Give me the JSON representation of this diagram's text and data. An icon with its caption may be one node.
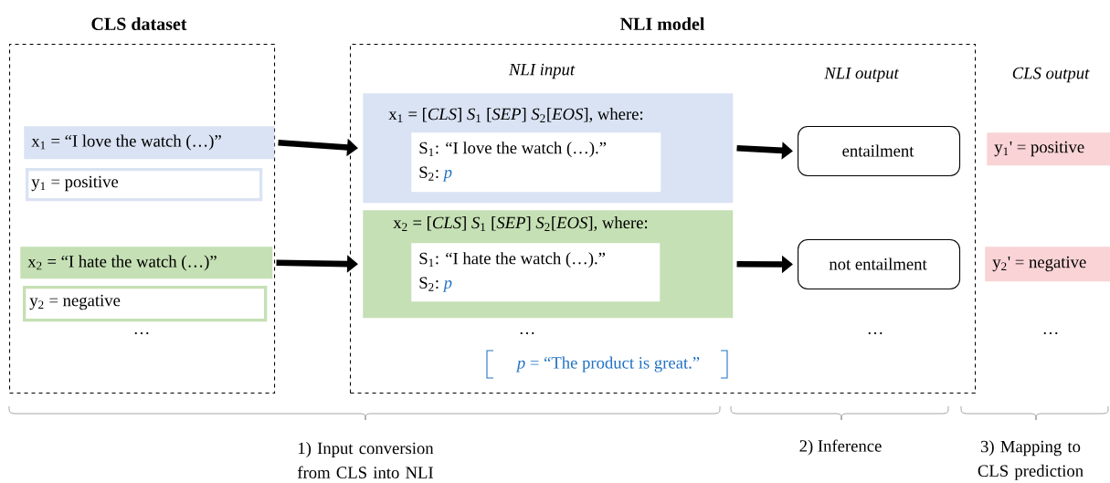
{
  "diagram": {
    "nodes": [
      {
        "text": [
          "CLS dataset"
        ]
      },
      {
        "text": [
          "x$_{1}$ = “I love the watch (…)”"
        ],
        "in": 0
      },
      {
        "text": [
          "y$_{1}$ = positive"
        ],
        "in": 0
      },
      {
        "text": [
          "x$_{2}$ = “I hate the watch (…)”"
        ],
        "in": 0
      },
      {
        "text": [
          "y$_{2}$ = negative"
        ],
        "in": 0
      },
      {
        "text": [
          "NLI model"
        ]
      },
      {
        "text": [
          "x$_{1}$ = [*CLS*] *S*$_{1}$ [*SEP*] *S*$_{2}$[*EOS*], where:"
        ],
        "in": 5
      },
      {
        "text": [
          "S$_{1}$: “I love the watch (…).”",
          "S$_{2}$:",
          "p"
        ],
        "in": 6
      },
      {
        "text": [
          "x$_{2}$ = [*CLS*] *S*$_{1}$ [*SEP*] *S*$_{2}$[*EOS*], where:"
        ],
        "in": 5
      },
      {
        "text": [
          "S$_{1}$: “I hate the watch (…).”",
          "S$_{2}$:",
          "p"
        ],
        "in": 8
      },
      {
        "text": [
          "entailment"
        ],
        "in": 5
      },
      {
        "text": [
          "not entailment"
        ],
        "in": 5
      },
      {
        "text": [
          "y$_{1}$' = positive"
        ]
      },
      {
        "text": [
          "y$_{2}$' = negative"
        ]
      }
    ],
    "edges": [
      {
        "from": 1,
        "to": 6,
        "arrow": "to"
      },
      {
        "from": 3,
        "to": 8,
        "arrow": "to"
      },
      {
        "from": 6,
        "to": 10,
        "arrow": "to"
      },
      {
        "from": 8,
        "to": 11,
        "arrow": "to"
      }
    ],
    "labels": [
      "NLI input",
      "NLI output",
      "CLS output",
      "…",
      "…",
      "*p* = “The product is great.”",
      "…",
      "…",
      "1) Input conversion from CLS into NLI",
      "2) Inference",
      "3) Mapping to CLS prediction"
    ]
  }
}
